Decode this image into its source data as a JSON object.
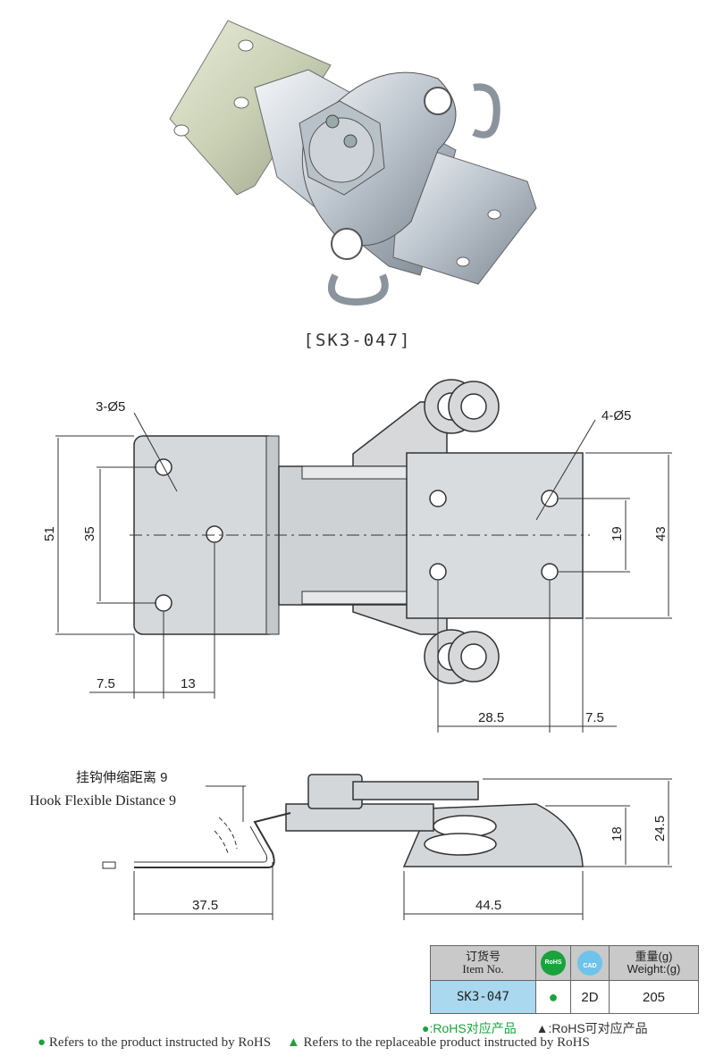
{
  "product": {
    "code_caption": "[SK3-047]"
  },
  "top_view": {
    "dims": {
      "holes_left": "3-Ø5",
      "holes_right": "4-Ø5",
      "height_51": "51",
      "height_35": "35",
      "height_19": "19",
      "height_43": "43",
      "width_7_5_left": "7.5",
      "width_13": "13",
      "width_28_5": "28.5",
      "width_7_5_right": "7.5"
    }
  },
  "side_view": {
    "note_cn": "挂钩伸缩距离  9",
    "note_en": "Hook Flexible Distance 9",
    "dims": {
      "d_18": "18",
      "d_24_5": "24.5",
      "d_37_5": "37.5",
      "d_44_5": "44.5"
    }
  },
  "spec_table": {
    "header": {
      "item_cn": "订货号",
      "item_en": "Item No.",
      "rohs_icon_text": "RoHS",
      "cad_icon_text": "CAD",
      "weight_cn": "重量(g)",
      "weight_en": "Weight:(g)"
    },
    "row": {
      "item_no": "SK3-047",
      "rohs": "●",
      "cad": "2D",
      "weight": "205"
    }
  },
  "legend": {
    "line1_circle": "●:RoHS对应产品",
    "line1_triangle": "▲:RoHS可对应产品",
    "line2_circle": "Refers to the product instructed by RoHS",
    "line2_triangle": "Refers to the replaceable product instructed by RoHS"
  },
  "colors": {
    "green": "#1aa33c",
    "blue_cell": "#a9d8ef",
    "header_gray": "#c9c9c9",
    "metal": "#c8ccd0"
  }
}
